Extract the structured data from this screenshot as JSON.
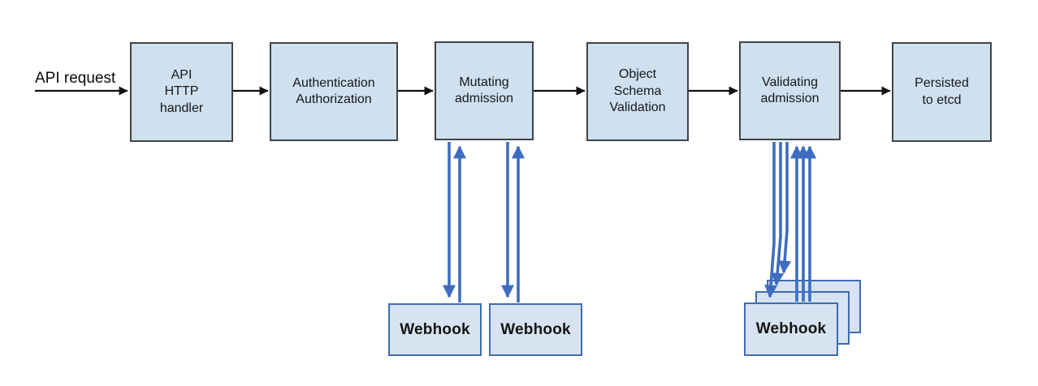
{
  "diagram": {
    "api_request_label": "API request",
    "flow_boxes": [
      {
        "id": "api-http-handler",
        "label": "API\nHTTP\nhandler"
      },
      {
        "id": "authentication-authorization",
        "label": "Authentication\nAuthorization"
      },
      {
        "id": "mutating-admission",
        "label": "Mutating\nadmission"
      },
      {
        "id": "object-schema-validation",
        "label": "Object\nSchema\nValidation"
      },
      {
        "id": "validating-admission",
        "label": "Validating\nadmission"
      },
      {
        "id": "persisted-to-etcd",
        "label": "Persisted\nto etcd"
      }
    ],
    "webhook_boxes": [
      {
        "id": "webhook-mutating-1",
        "label": "Webhook"
      },
      {
        "id": "webhook-mutating-2",
        "label": "Webhook"
      },
      {
        "id": "webhook-validating",
        "label": "Webhook",
        "stacked_copies": 3
      }
    ],
    "colors": {
      "background": "#ffffff",
      "box_fill": "#cfe0ee",
      "box_border": "#3f4448",
      "webhook_fill": "#d7e3f1",
      "webhook_border": "#3f6cb2",
      "arrow_black": "#121212",
      "arrow_blue": "#3e6dbf"
    }
  }
}
